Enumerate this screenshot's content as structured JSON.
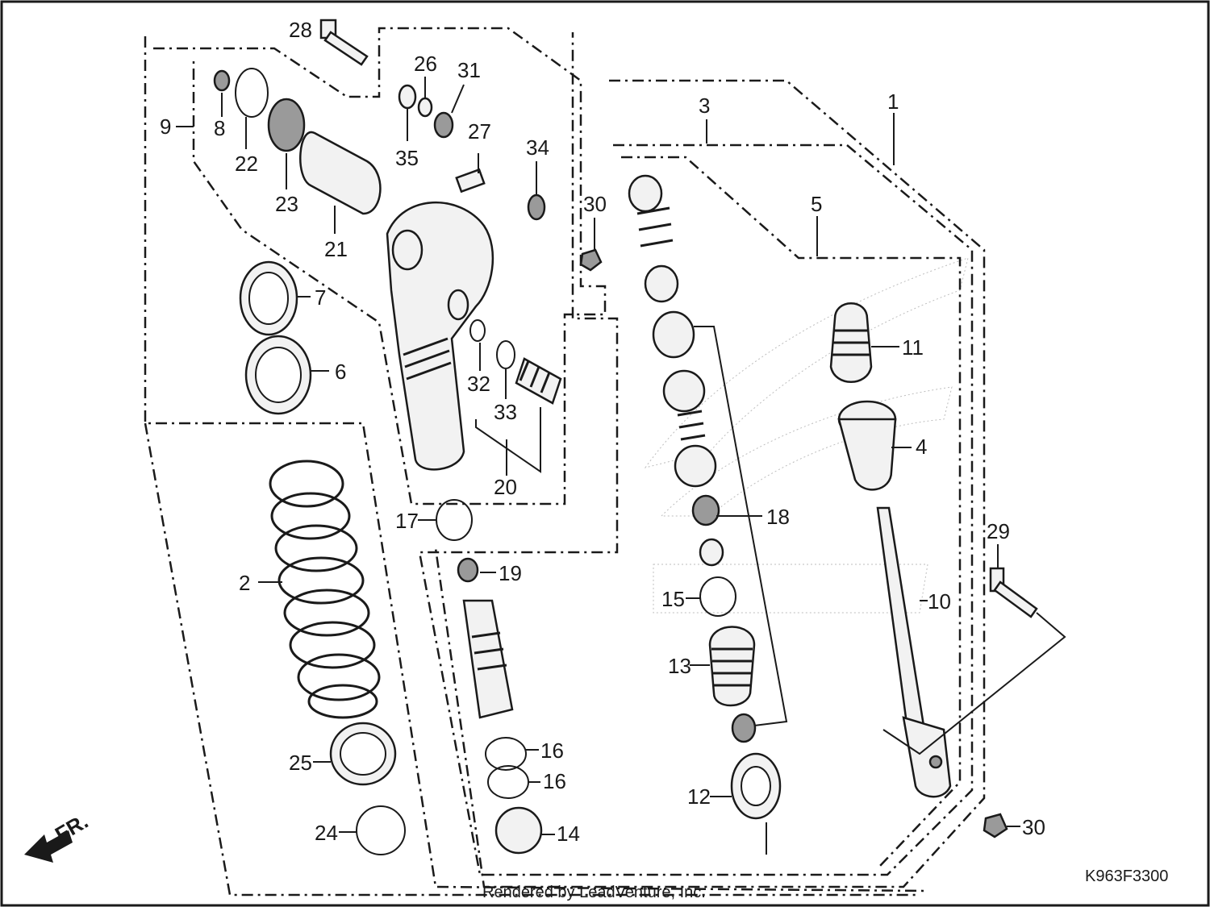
{
  "diagram": {
    "code": "K963F3300",
    "footer": "Rendered by LeadVenture, Inc.",
    "direction_label": "FR.",
    "colors": {
      "line": "#1a1a1a",
      "background": "#ffffff",
      "watermark": "#bdbdbd"
    },
    "callouts": [
      "1",
      "2",
      "3",
      "4",
      "5",
      "6",
      "7",
      "8",
      "9",
      "10",
      "11",
      "12",
      "13",
      "14",
      "15",
      "16",
      "16",
      "17",
      "18",
      "19",
      "20",
      "21",
      "22",
      "23",
      "24",
      "25",
      "26",
      "27",
      "28",
      "29",
      "30",
      "30",
      "31",
      "32",
      "33",
      "34",
      "35"
    ]
  }
}
